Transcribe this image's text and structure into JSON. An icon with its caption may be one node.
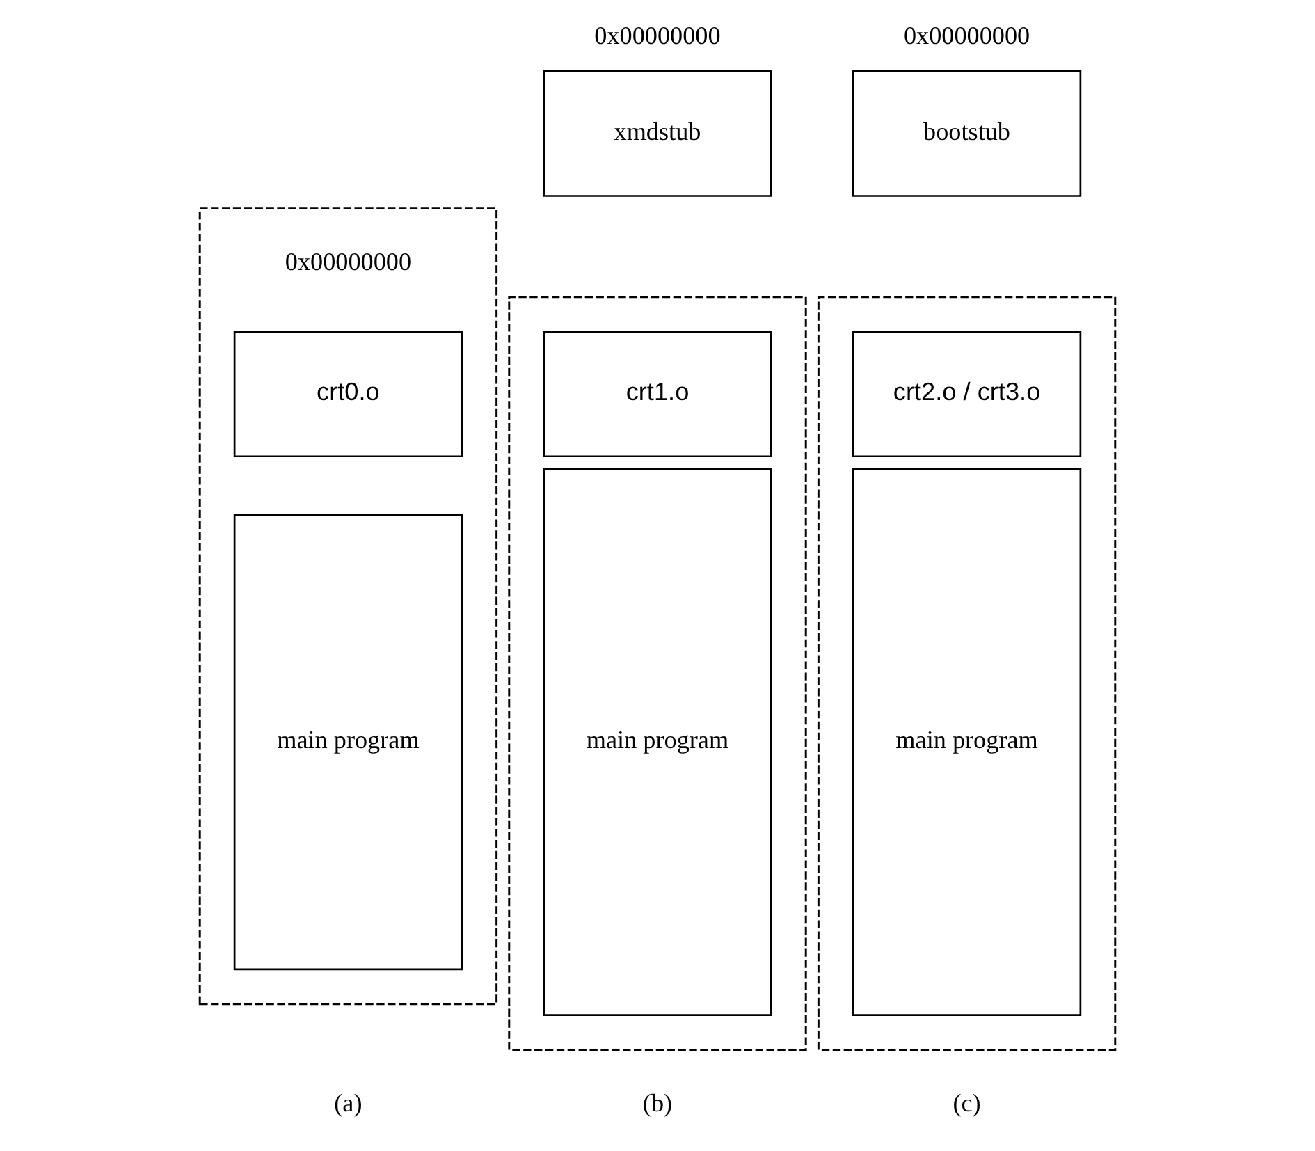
{
  "diagram": {
    "nodes": [
      {
        "text": [],
        "shape": "box"
      },
      {
        "text": [
          "crt0.o"
        ],
        "in": 0,
        "beside": [
          "0x00000000"
        ]
      },
      {
        "text": [
          "main program"
        ],
        "in": 0
      },
      {
        "text": [
          "xmdstub"
        ],
        "beside": [
          "0x00000000"
        ]
      },
      {
        "text": [],
        "shape": "box"
      },
      {
        "text": [
          "crt1.o"
        ],
        "in": 4
      },
      {
        "text": [
          "main program"
        ],
        "in": 4
      },
      {
        "text": [
          "bootstub"
        ],
        "beside": [
          "0x00000000"
        ]
      },
      {
        "text": [],
        "shape": "box"
      },
      {
        "text": [
          "crt2.o / crt3.o"
        ],
        "in": 8
      },
      {
        "text": [
          "main program"
        ],
        "in": 8
      }
    ],
    "labels": [
      "(a)",
      "(b)",
      "(c)"
    ]
  }
}
